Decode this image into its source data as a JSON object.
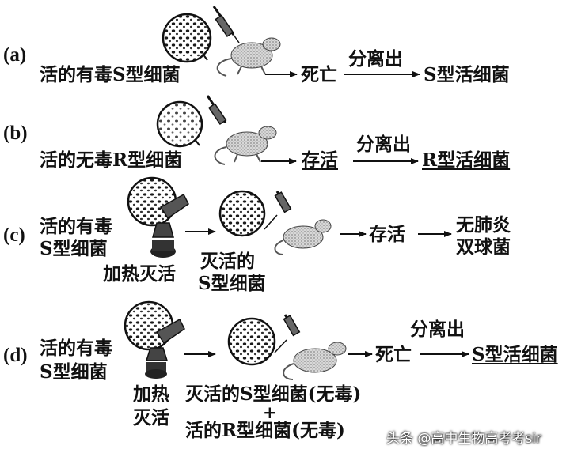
{
  "rows": {
    "a": {
      "label": "(a)",
      "bacteria": "活的有毒S型细菌",
      "outcome": "死亡",
      "arrow_label": "分离出",
      "result": "S型活细菌"
    },
    "b": {
      "label": "(b)",
      "bacteria": "活的无毒R型细菌",
      "outcome": "存活",
      "arrow_label": "分离出",
      "result": "R型活细菌"
    },
    "c": {
      "label": "(c)",
      "bacteria_line1": "活的有毒",
      "bacteria_line2": "S型细菌",
      "heat": "加热灭活",
      "killed_line1": "灭活的",
      "killed_line2": "S型细菌",
      "outcome": "存活",
      "result_line1": "无肺炎",
      "result_line2": "双球菌"
    },
    "d": {
      "label": "(d)",
      "bacteria_line1": "活的有毒",
      "bacteria_line2": "S型细菌",
      "heat_line1": "加热",
      "heat_line2": "灭活",
      "mix_line1": "灭活的S型细菌(无毒)",
      "plus": "+",
      "mix_line2": "活的R型细菌(无毒)",
      "outcome": "死亡",
      "arrow_label": "分离出",
      "result": "S型活细菌"
    }
  },
  "watermark": "头条 @高中生物高考考sir"
}
